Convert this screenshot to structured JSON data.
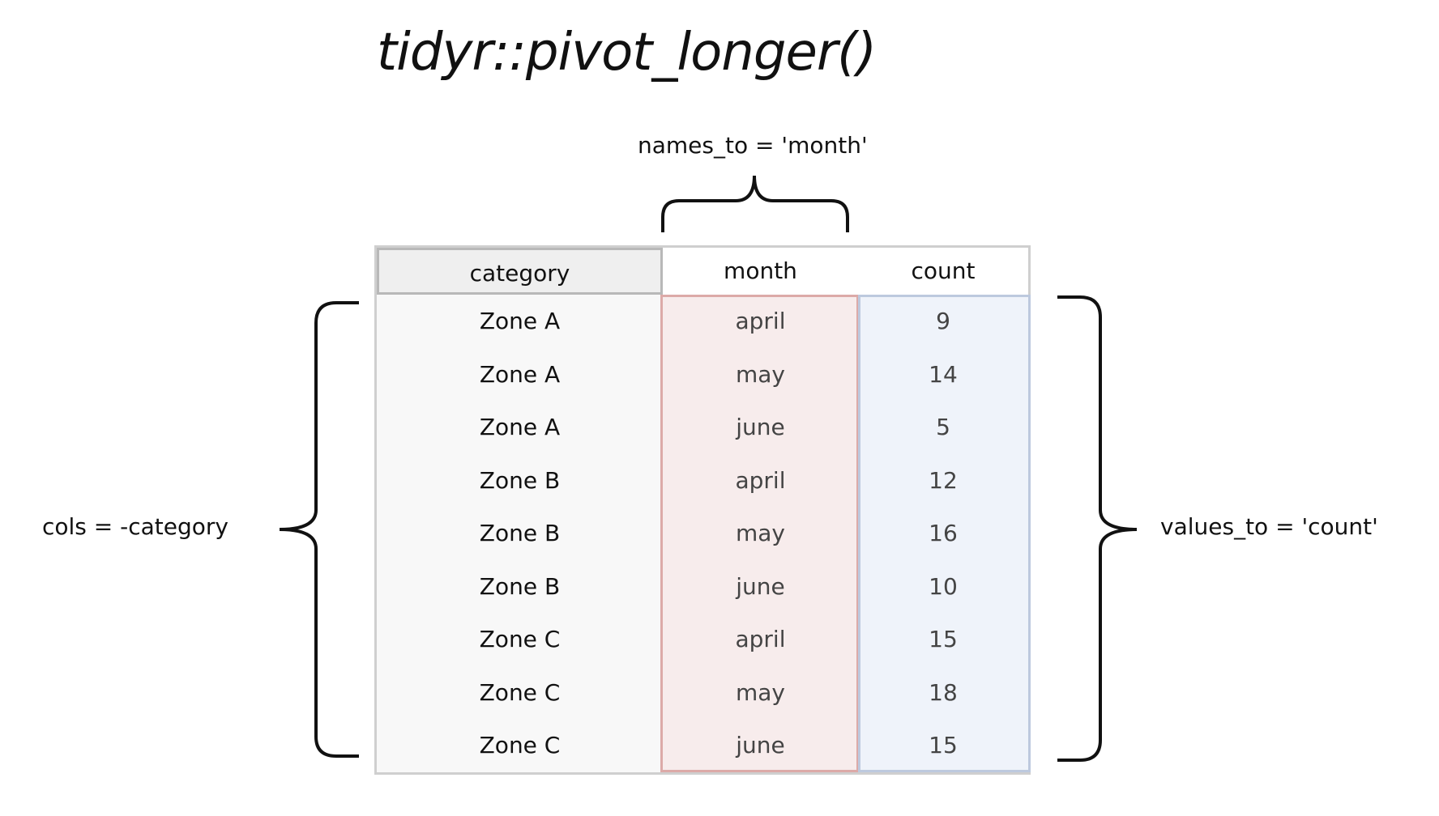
{
  "title": "tidyr::pivot_longer()",
  "annotations": {
    "names_to": "names_to = 'month'",
    "cols": "cols = -category",
    "values_to": "values_to = 'count'"
  },
  "table": {
    "headers": [
      "category",
      "month",
      "count"
    ],
    "rows": [
      [
        "Zone A",
        "april",
        "9"
      ],
      [
        "Zone A",
        "may",
        "14"
      ],
      [
        "Zone A",
        "june",
        "5"
      ],
      [
        "Zone B",
        "april",
        "12"
      ],
      [
        "Zone B",
        "may",
        "16"
      ],
      [
        "Zone B",
        "june",
        "10"
      ],
      [
        "Zone C",
        "april",
        "15"
      ],
      [
        "Zone C",
        "may",
        "18"
      ],
      [
        "Zone C",
        "june",
        "15"
      ]
    ]
  },
  "colors": {
    "month_fill": "#f7ecec",
    "month_border": "#dcaaa8",
    "count_fill": "#eff3fa",
    "count_border": "#bdc9de",
    "header_highlight": "#efefef"
  }
}
